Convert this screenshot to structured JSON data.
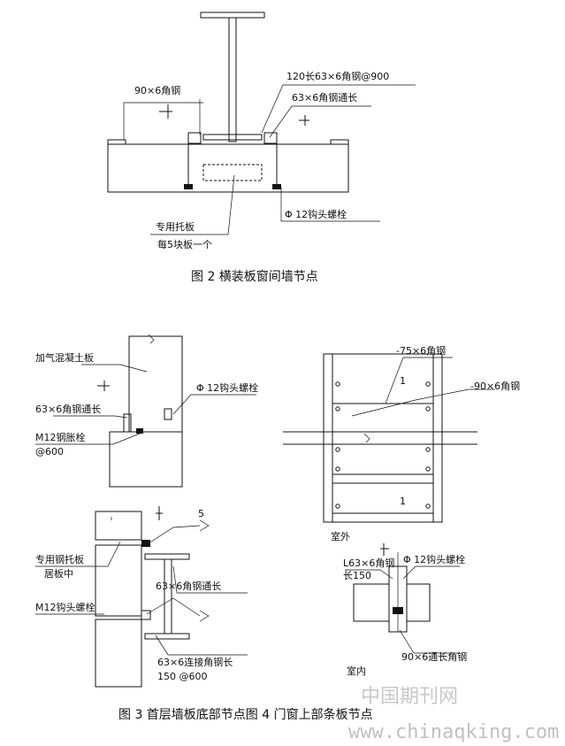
{
  "fig2": {
    "caption": "图 2 横装板窗间墙节点",
    "labels": {
      "angle_90x6": "90×6角钢",
      "angle_120": "120长63×6角钢@900",
      "angle_63_long": "63×6角钢通长",
      "tray": "专用托板",
      "tray_note": "每5块板一个",
      "hook_bolt": "Φ 12钩头螺栓"
    }
  },
  "fig3": {
    "labels": {
      "aerated": "加气混凝土板",
      "hook_bolt": "Φ 12钩头螺栓",
      "angle_63_long": "63×6角钢通长",
      "m12_exp": "M12钢胀栓",
      "m12_exp_spacing": "@600",
      "tray": "专用钢托板",
      "tray_note": "居板中",
      "m12_hook": "M12钩头螺栓",
      "angle_63_long_2": "63×6角钢通长",
      "conn_angle": "63×6连接角钢长",
      "conn_angle_spacing": "150 @600"
    }
  },
  "fig4": {
    "labels": {
      "angle_75": "-75×6角钢",
      "angle_90": "-90×6角钢",
      "mark_1": "1",
      "outside": "室外",
      "l63": "L63×6角钢",
      "l63_len": "长150",
      "hook_bolt": "Φ 12钩头螺栓",
      "angle_90_long": "90×6通长角钢",
      "inside": "室内"
    }
  },
  "caption_bottom": "图 3 首层墙板底部节点图 4 门窗上部条板节点",
  "watermark": {
    "cn": "中国期刊网",
    "url": "www.chinaqking.com"
  }
}
